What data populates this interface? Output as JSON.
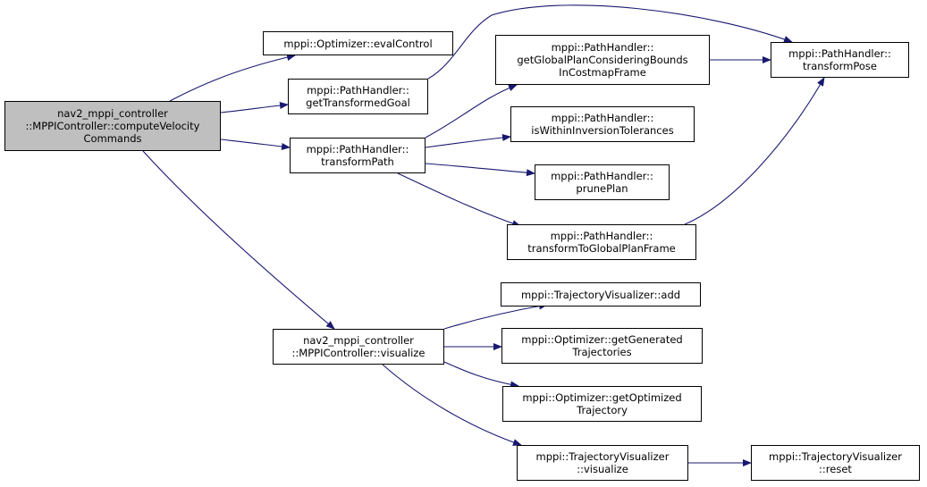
{
  "colors": {
    "edge": "#191970",
    "root_fill": "#bfbfbf",
    "node_fill": "#ffffff",
    "border": "#000000"
  },
  "nodes": {
    "compute_velocity_commands": {
      "lines": [
        "nav2_mppi_controller",
        "::MPPIController::computeVelocity",
        "Commands"
      ]
    },
    "eval_control": {
      "lines": [
        "mppi::Optimizer::evalControl"
      ]
    },
    "get_transformed_goal": {
      "lines": [
        "mppi::PathHandler::",
        "getTransformedGoal"
      ]
    },
    "transform_path": {
      "lines": [
        "mppi::PathHandler::",
        "transformPath"
      ]
    },
    "get_global_plan_bounds": {
      "lines": [
        "mppi::PathHandler::",
        "getGlobalPlanConsideringBounds",
        "InCostmapFrame"
      ]
    },
    "is_within_inversion": {
      "lines": [
        "mppi::PathHandler::",
        "isWithinInversionTolerances"
      ]
    },
    "prune_plan": {
      "lines": [
        "mppi::PathHandler::",
        "prunePlan"
      ]
    },
    "transform_to_global": {
      "lines": [
        "mppi::PathHandler::",
        "transformToGlobalPlanFrame"
      ]
    },
    "transform_pose": {
      "lines": [
        "mppi::PathHandler::",
        "transformPose"
      ]
    },
    "visualize_controller": {
      "lines": [
        "nav2_mppi_controller",
        "::MPPIController::visualize"
      ]
    },
    "tv_add": {
      "lines": [
        "mppi::TrajectoryVisualizer::add"
      ]
    },
    "get_generated": {
      "lines": [
        "mppi::Optimizer::getGenerated",
        "Trajectories"
      ]
    },
    "get_optimized": {
      "lines": [
        "mppi::Optimizer::getOptimized",
        "Trajectory"
      ]
    },
    "tv_visualize": {
      "lines": [
        "mppi::TrajectoryVisualizer",
        "::visualize"
      ]
    },
    "tv_reset": {
      "lines": [
        "mppi::TrajectoryVisualizer",
        "::reset"
      ]
    }
  },
  "edges": [
    [
      "compute_velocity_commands",
      "eval_control"
    ],
    [
      "compute_velocity_commands",
      "get_transformed_goal"
    ],
    [
      "compute_velocity_commands",
      "transform_path"
    ],
    [
      "compute_velocity_commands",
      "visualize_controller"
    ],
    [
      "get_transformed_goal",
      "transform_pose"
    ],
    [
      "transform_path",
      "get_global_plan_bounds"
    ],
    [
      "transform_path",
      "is_within_inversion"
    ],
    [
      "transform_path",
      "prune_plan"
    ],
    [
      "transform_path",
      "transform_to_global"
    ],
    [
      "get_global_plan_bounds",
      "transform_pose"
    ],
    [
      "transform_to_global",
      "transform_pose"
    ],
    [
      "visualize_controller",
      "tv_add"
    ],
    [
      "visualize_controller",
      "get_generated"
    ],
    [
      "visualize_controller",
      "get_optimized"
    ],
    [
      "visualize_controller",
      "tv_visualize"
    ],
    [
      "tv_visualize",
      "tv_reset"
    ]
  ]
}
